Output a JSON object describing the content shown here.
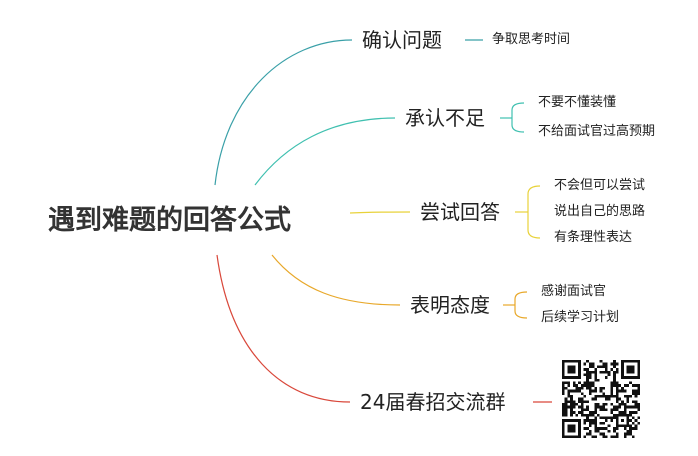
{
  "root": {
    "label": "遇到难题的回答公式"
  },
  "branches": [
    {
      "label": "确认问题",
      "color": "#3aa0a8",
      "children": [
        "争取思考时间"
      ]
    },
    {
      "label": "承认不足",
      "color": "#40c0b0",
      "children": [
        "不要不懂装懂",
        "不给面试官过高预期"
      ]
    },
    {
      "label": "尝试回答",
      "color": "#e8d23a",
      "children": [
        "不会但可以尝试",
        "说出自己的思路",
        "有条理性表达"
      ]
    },
    {
      "label": "表明态度",
      "color": "#e8a82a",
      "children": [
        "感谢面试官",
        "后续学习计划"
      ]
    },
    {
      "label": "24届春招交流群",
      "color": "#d9483b",
      "children": []
    }
  ],
  "qr_code": {
    "icon": "qr-code-icon"
  }
}
